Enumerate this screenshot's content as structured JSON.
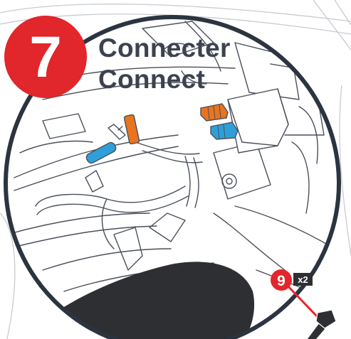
{
  "step": {
    "number": "7",
    "title_fr": "Connecter",
    "title_en": "Connect"
  },
  "part_callout": {
    "number": "9",
    "quantity": "x2"
  },
  "colors": {
    "step_badge": "#e1262c",
    "callout_badge": "#e1262c",
    "frame_ring": "#2c3440",
    "title_text": "#3c4250",
    "connector_orange": "#e8741f",
    "connector_blue": "#2f9fd9",
    "line_art": "#4a4f5a",
    "seat": "#2e2f33"
  }
}
